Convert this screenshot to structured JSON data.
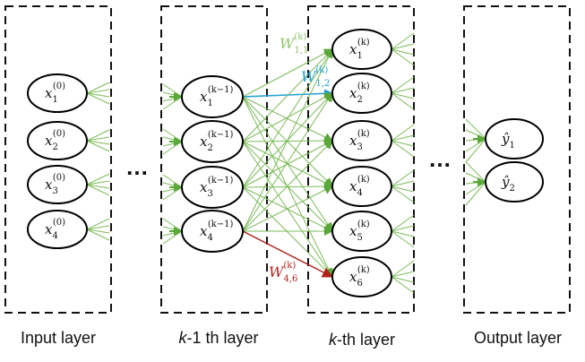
{
  "layers": {
    "input": {
      "label": "Input layer",
      "nodes": [
        {
          "var": "x",
          "sub": "1",
          "sup": "(0)"
        },
        {
          "var": "x",
          "sub": "2",
          "sup": "(0)"
        },
        {
          "var": "x",
          "sub": "3",
          "sup": "(0)"
        },
        {
          "var": "x",
          "sub": "4",
          "sup": "(0)"
        }
      ]
    },
    "prev": {
      "label_italic": "k",
      "label_rest": "-1 th layer",
      "nodes": [
        {
          "var": "x",
          "sub": "1",
          "sup": "(k−1)"
        },
        {
          "var": "x",
          "sub": "2",
          "sup": "(k−1)"
        },
        {
          "var": "x",
          "sub": "3",
          "sup": "(k−1)"
        },
        {
          "var": "x",
          "sub": "4",
          "sup": "(k−1)"
        }
      ]
    },
    "kth": {
      "label_italic": "k",
      "label_rest": "-th layer",
      "nodes": [
        {
          "var": "x",
          "sub": "1",
          "sup": "(k)"
        },
        {
          "var": "x",
          "sub": "2",
          "sup": "(k)"
        },
        {
          "var": "x",
          "sub": "3",
          "sup": "(k)"
        },
        {
          "var": "x",
          "sub": "4",
          "sup": "(k)"
        },
        {
          "var": "x",
          "sub": "5",
          "sup": "(k)"
        },
        {
          "var": "x",
          "sub": "6",
          "sup": "(k)"
        }
      ]
    },
    "output": {
      "label": "Output layer",
      "nodes": [
        {
          "var": "ŷ",
          "sub": "1",
          "sup": ""
        },
        {
          "var": "ŷ",
          "sub": "2",
          "sup": ""
        }
      ]
    }
  },
  "ellipsis": [
    "…",
    "…"
  ],
  "weights": [
    {
      "var": "W",
      "sub": "1,1",
      "sup": "(k)",
      "color": "#8fc46a"
    },
    {
      "var": "W",
      "sub": "1,2",
      "sup": "(k)",
      "color": "#1e9fd6"
    },
    {
      "var": "W",
      "sub": "4,6",
      "sup": "(k)",
      "color": "#b0221c"
    }
  ],
  "colors": {
    "edge": "#7dbb5a",
    "arrowhead": "#5aa73a",
    "highlight_blue": "#1e9fd6",
    "highlight_red": "#b0221c"
  }
}
